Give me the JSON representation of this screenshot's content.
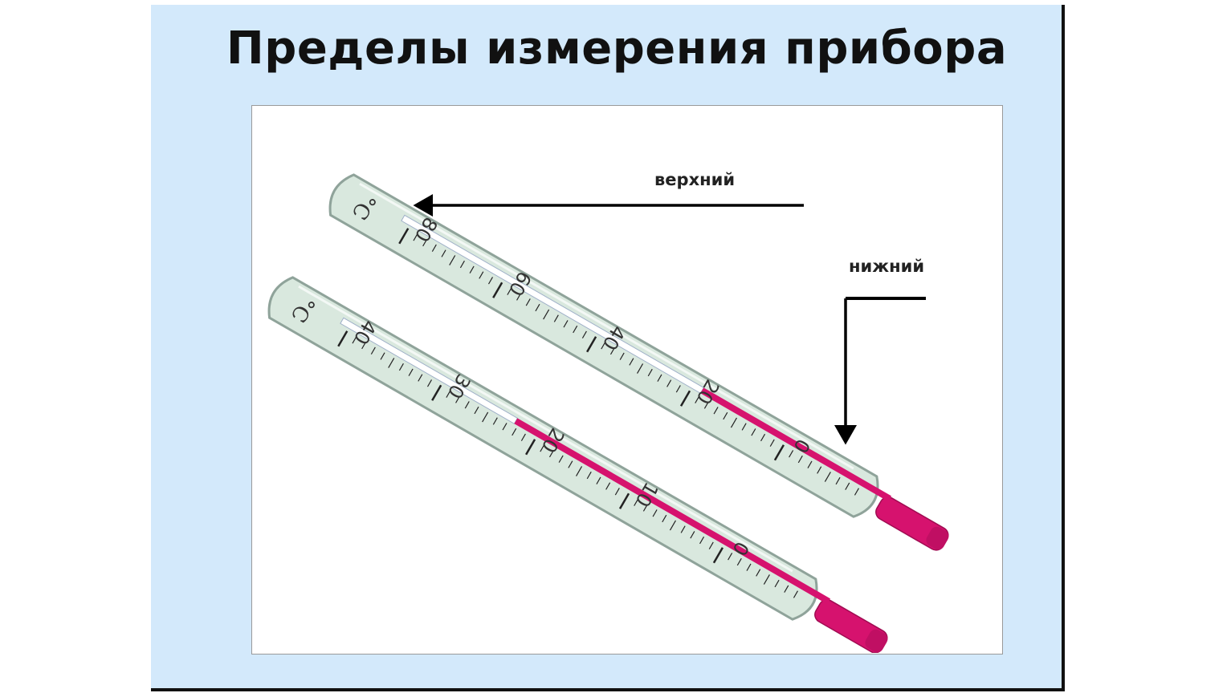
{
  "slide": {
    "title": "Пределы измерения прибора"
  },
  "labels": {
    "upper": "верхний",
    "lower": "нижний"
  },
  "thermometers": [
    {
      "unit": "°C",
      "ticks": [
        "80",
        "60",
        "40",
        "20",
        "0"
      ],
      "reading": 20
    },
    {
      "unit": "°C",
      "ticks": [
        "40",
        "30",
        "20",
        "10",
        "0"
      ],
      "reading": 20
    }
  ],
  "colors": {
    "background": "#d3e9fb",
    "glass": "#d9e8de",
    "liquid": "#d6126e",
    "arrow": "#000000"
  }
}
